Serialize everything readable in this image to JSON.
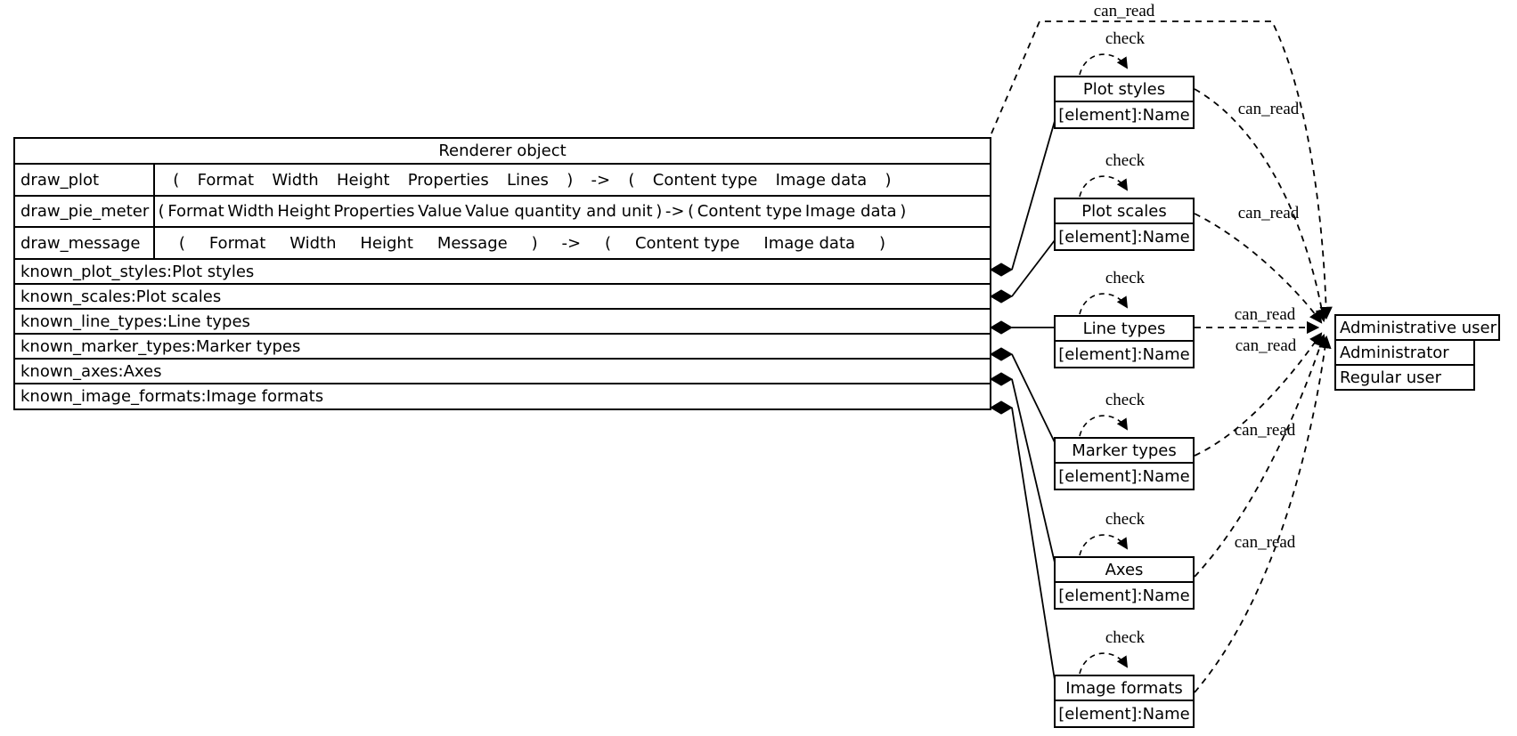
{
  "diagram": {
    "renderer": {
      "title": "Renderer object",
      "methods": [
        {
          "name": "draw_plot",
          "tokens": [
            "(",
            "Format",
            "Width",
            "Height",
            "Properties",
            "Lines",
            ")",
            "->",
            "(",
            "Content type",
            "Image data",
            ")"
          ]
        },
        {
          "name": "draw_pie_meter",
          "tokens": [
            "(",
            "Format",
            "Width",
            "Height",
            "Properties",
            "Value",
            "Value quantity and unit",
            ")",
            "->",
            "(",
            "Content type",
            "Image data",
            ")"
          ]
        },
        {
          "name": "draw_message",
          "tokens": [
            "(",
            "Format",
            "Width",
            "Height",
            "Message",
            ")",
            "->",
            "(",
            "Content type",
            "Image data",
            ")"
          ]
        }
      ],
      "attributes": [
        "known_plot_styles:Plot styles",
        "known_scales:Plot scales",
        "known_line_types:Line types",
        "known_marker_types:Marker types",
        "known_axes:Axes",
        "known_image_formats:Image formats"
      ]
    },
    "elements": [
      {
        "title": "Plot styles",
        "field": "[element]:Name"
      },
      {
        "title": "Plot scales",
        "field": "[element]:Name"
      },
      {
        "title": "Line types",
        "field": "[element]:Name"
      },
      {
        "title": "Marker types",
        "field": "[element]:Name"
      },
      {
        "title": "Axes",
        "field": "[element]:Name"
      },
      {
        "title": "Image formats",
        "field": "[element]:Name"
      }
    ],
    "users": {
      "title": "Administrative user",
      "rows": [
        "Administrator",
        "Regular user"
      ]
    },
    "edge_labels": {
      "check": "check",
      "can_read": "can_read"
    },
    "colors": {
      "foreground": "#000000",
      "background": "#ffffff"
    }
  }
}
